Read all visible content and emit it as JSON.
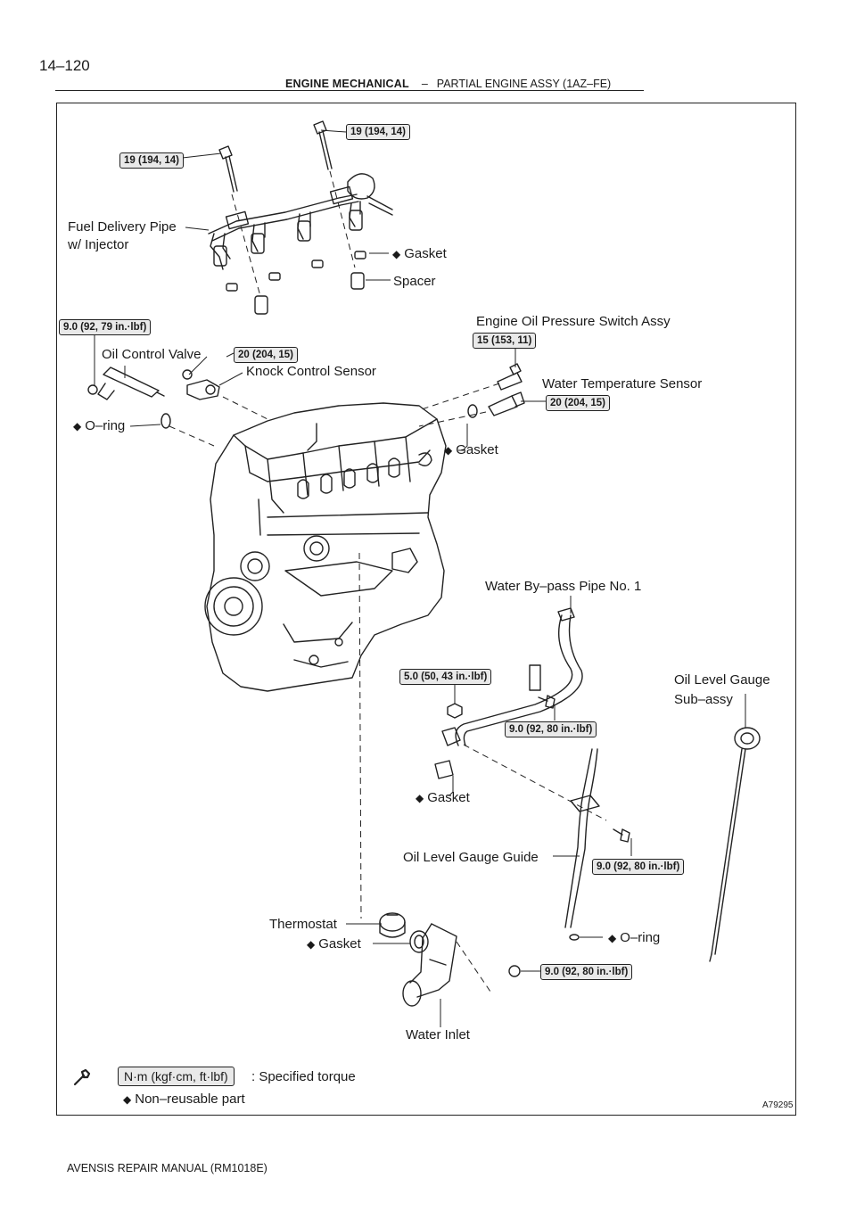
{
  "page": {
    "number": "14–120",
    "section": "ENGINE MECHANICAL",
    "separator": "–",
    "subsection": "PARTIAL ENGINE ASSY (1AZ–FE)",
    "footer": "AVENSIS REPAIR MANUAL   (RM1018E)",
    "figure_id": "A79295"
  },
  "legend": {
    "torque_unit": "N·m (kgf·cm, ft·lbf)",
    "torque_desc": ": Specified torque",
    "non_reusable": "Non–reusable part",
    "wrench_icon": "wrench-icon",
    "diamond_symbol": "◆"
  },
  "labels": {
    "fuel_pipe_1": "Fuel Delivery Pipe",
    "fuel_pipe_2": "w/ Injector",
    "gasket_top": "Gasket",
    "spacer": "Spacer",
    "oil_pressure_switch": "Engine Oil Pressure Switch Assy",
    "oil_control_valve": "Oil Control Valve",
    "knock_sensor": "Knock Control Sensor",
    "water_temp_sensor": "Water Temperature Sensor",
    "o_ring_left": "O–ring",
    "gasket_right": "Gasket",
    "bypass_pipe": "Water By–pass Pipe No. 1",
    "oil_gauge_1": "Oil Level Gauge",
    "oil_gauge_2": "Sub–assy",
    "gasket_pipe": "Gasket",
    "oil_gauge_guide": "Oil Level Gauge Guide",
    "thermostat": "Thermostat",
    "gasket_thermo": "Gasket",
    "o_ring_right": "O–ring",
    "water_inlet": "Water Inlet"
  },
  "torques": {
    "t1": "19 (194, 14)",
    "t2": "19 (194, 14)",
    "t3": "9.0 (92, 79 in.·lbf)",
    "t4": "20 (204, 15)",
    "t5": "15 (153, 11)",
    "t6": "20 (204, 15)",
    "t7": "5.0 (50, 43 in.·lbf)",
    "t8": "9.0 (92, 80 in.·lbf)",
    "t9": "9.0 (92, 80 in.·lbf)",
    "t10": "9.0 (92, 80 in.·lbf)"
  }
}
